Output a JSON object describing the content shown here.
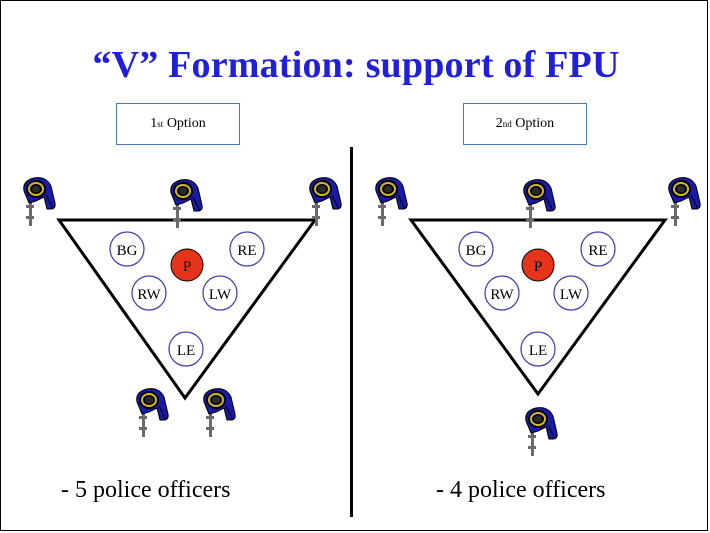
{
  "title": "“V” Formation:  support of FPU",
  "options": [
    {
      "base": "1",
      "sup": "st",
      "label": " Option"
    },
    {
      "base": "2",
      "sup": "nd",
      "label": " Option"
    }
  ],
  "left": {
    "caption": "- 5 police officers",
    "labels": {
      "bg": "BG",
      "re": "RE",
      "p": "P",
      "rw": "RW",
      "lw": "LW",
      "le": "LE"
    }
  },
  "right": {
    "caption": "- 4 police officers",
    "labels": {
      "bg": "BG",
      "re": "RE",
      "p": "P",
      "rw": "RW",
      "lw": "LW",
      "le": "LE"
    }
  },
  "colors": {
    "title": "#1f1fdc",
    "principal": "#e8331b",
    "officer_uniform": "#1a1aa8",
    "circle_stroke": "#3a3ab0"
  }
}
